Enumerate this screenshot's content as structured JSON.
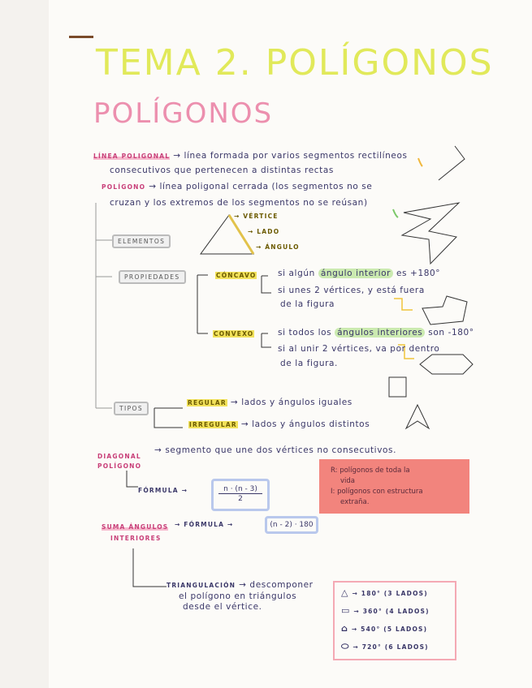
{
  "title": "TEMA 2. POLÍGONOS",
  "subtitle": "POLÍGONOS",
  "linea_poligonal": {
    "term": "LÍNEA POLIGONAL",
    "line1": "→ línea formada por varios segmentos rectilíneos",
    "line2": "consecutivos que pertenecen a distintas rectas"
  },
  "poligono": {
    "term": "POLÍGONO",
    "line1": "→ línea poligonal cerrada (los segmentos no se",
    "line2": "cruzan y los extremos de los segmentos no se reúsan)"
  },
  "elementos": {
    "label": "ELEMENTOS",
    "vertice": "→ VÉRTICE",
    "lado": "→ LADO",
    "angulo": "→ ÁNGULO"
  },
  "propiedades": {
    "label": "PROPIEDADES",
    "concavo": {
      "label": "CÓNCAVO",
      "l1a": "si algún",
      "l1hl": "ángulo interior",
      "l1b": "es +180°",
      "l2": "si unes 2 vértices, y está fuera",
      "l3": "de la figura"
    },
    "convexo": {
      "label": "CONVEXO",
      "l1a": "si todos los",
      "l1hl": "ángulos interiores",
      "l1b": "son -180°",
      "l2": "si al unir 2 vértices, va por dentro",
      "l3": "de la figura."
    }
  },
  "tipos": {
    "label": "TIPOS",
    "regular": "REGULAR",
    "regular_desc": "→ lados y ángulos iguales",
    "irregular": "IRREGULAR",
    "irregular_desc": "→ lados y ángulos distintos"
  },
  "diagonal": {
    "term1": "DIAGONAL",
    "term2": "POLÍGONO",
    "desc": "→ segmento que une dos vértices no consecutivos.",
    "formula_label": "FÓRMULA →",
    "formula_num": "n · (n - 3)",
    "formula_den": "2"
  },
  "note": {
    "line1": "R: polígonos de toda la",
    "line2": "vida",
    "line3": "I: polígonos con estructura",
    "line4": "extraña."
  },
  "suma": {
    "term1": "SUMA ÁNGULOS",
    "term2": "INTERIORES",
    "formula_label": "→ FÓRMULA →",
    "formula": "(n - 2) · 180",
    "triang": "TRIANGULACIÓN",
    "triang_desc1": "→ descomponer",
    "triang_desc2": "el polígono en triángulos",
    "triang_desc3": "desde el vértice."
  },
  "sumas": [
    {
      "shape": "triangle-icon",
      "text": "→ 180° (3 LADOS)"
    },
    {
      "shape": "square-icon",
      "text": "→ 360° (4 LADOS)"
    },
    {
      "shape": "pentagon-icon",
      "text": "→ 540° (5 LADOS)"
    },
    {
      "shape": "hexagon-icon",
      "text": "→ 720° (6 LADOS)"
    }
  ],
  "colors": {
    "title": "#e1e95a",
    "subtitle": "#ec8fae",
    "ink": "#3a3768",
    "note": "#f2847d",
    "highlight_yellow": "#f1e15a",
    "highlight_green": "#cbeab0",
    "formula_box": "#b9c8ec"
  }
}
